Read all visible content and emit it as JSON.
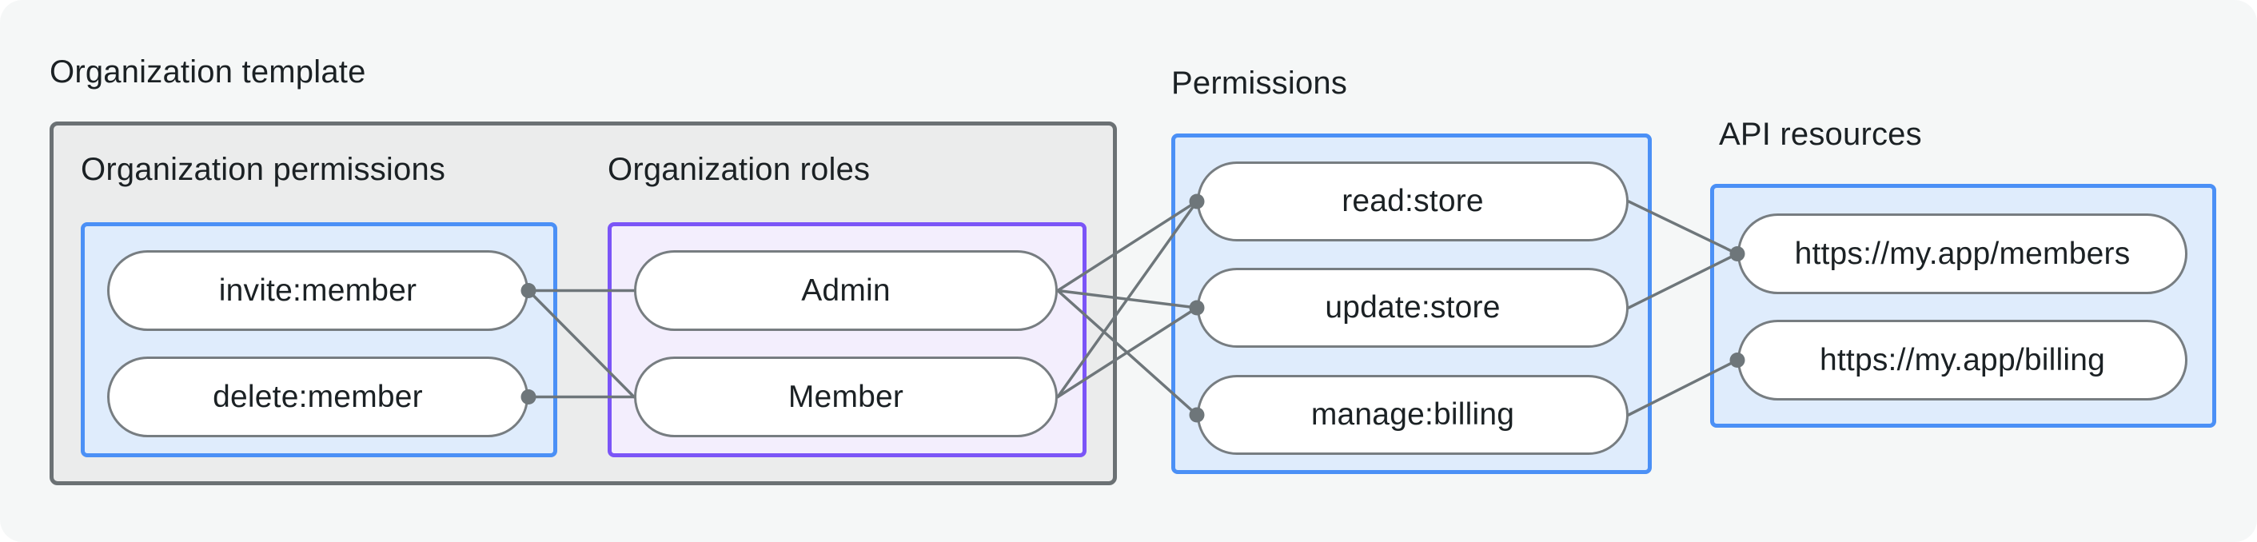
{
  "labels": {
    "org_template": "Organization template",
    "org_permissions": "Organization permissions",
    "org_roles": "Organization roles",
    "permissions": "Permissions",
    "api_resources": "API resources"
  },
  "nodes": {
    "invite_member": {
      "label": "invite:member"
    },
    "delete_member": {
      "label": "delete:member"
    },
    "admin": {
      "label": "Admin"
    },
    "member": {
      "label": "Member"
    },
    "read_store": {
      "label": "read:store"
    },
    "update_store": {
      "label": "update:store"
    },
    "manage_billing": {
      "label": "manage:billing"
    },
    "api_members": {
      "label": "https://my.app/members"
    },
    "api_billing": {
      "label": "https://my.app/billing"
    }
  },
  "edges": [
    {
      "from": "invite_member",
      "to": "admin"
    },
    {
      "from": "invite_member",
      "to": "member"
    },
    {
      "from": "delete_member",
      "to": "member"
    },
    {
      "from": "admin",
      "to": "read_store"
    },
    {
      "from": "admin",
      "to": "update_store"
    },
    {
      "from": "admin",
      "to": "manage_billing"
    },
    {
      "from": "member",
      "to": "read_store"
    },
    {
      "from": "member",
      "to": "update_store"
    },
    {
      "from": "read_store",
      "to": "api_members"
    },
    {
      "from": "update_store",
      "to": "api_members"
    },
    {
      "from": "manage_billing",
      "to": "api_billing"
    }
  ],
  "dots": [
    {
      "node": "invite_member",
      "side": "right"
    },
    {
      "node": "delete_member",
      "side": "right"
    },
    {
      "node": "read_store",
      "side": "left"
    },
    {
      "node": "update_store",
      "side": "left"
    },
    {
      "node": "manage_billing",
      "side": "left"
    },
    {
      "node": "api_members",
      "side": "left"
    },
    {
      "node": "api_billing",
      "side": "left"
    }
  ],
  "colors": {
    "background": "#f5f7f7",
    "gray_box_fill": "#ebecec",
    "gray_box_border": "#6b7174",
    "blue_border": "#4b90f6",
    "blue_fill": "#dfecfc",
    "purple_border": "#7b55f7",
    "purple_fill": "#f3eefd",
    "pill_border": "#777d81",
    "connector": "#6e767a",
    "text": "#1b2124"
  }
}
